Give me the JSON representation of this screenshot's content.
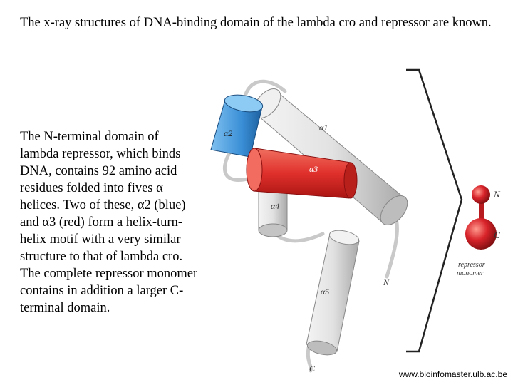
{
  "title": "The x-ray structures of DNA-binding domain of the lambda cro and repressor are known.",
  "description": "The N-terminal domain of lambda repressor, which binds DNA, contains 92 amino acid residues folded into fives α helices. Two of these, α2 (blue) and α3 (red) form a helix-turn-helix motif with a very similar structure to that of lambda cro. The complete repressor monomer contains in addition a larger C-terminal domain.",
  "figure": {
    "labels": {
      "a1": "α1",
      "a2": "α2",
      "a3": "α3",
      "a4": "α4",
      "a5": "α5",
      "n_terminus": "N",
      "c_terminus": "C",
      "domain_n": "N",
      "domain_c": "C",
      "monomer_line1": "repressor",
      "monomer_line2": "monomer"
    },
    "colors": {
      "alpha2": "#3a8fd6",
      "alpha3": "#e0302c",
      "other_helices": "#d9d9d9",
      "monomer_sphere": "#d8232a"
    }
  },
  "footer": "www.bioinfomaster.ulb.ac.be"
}
